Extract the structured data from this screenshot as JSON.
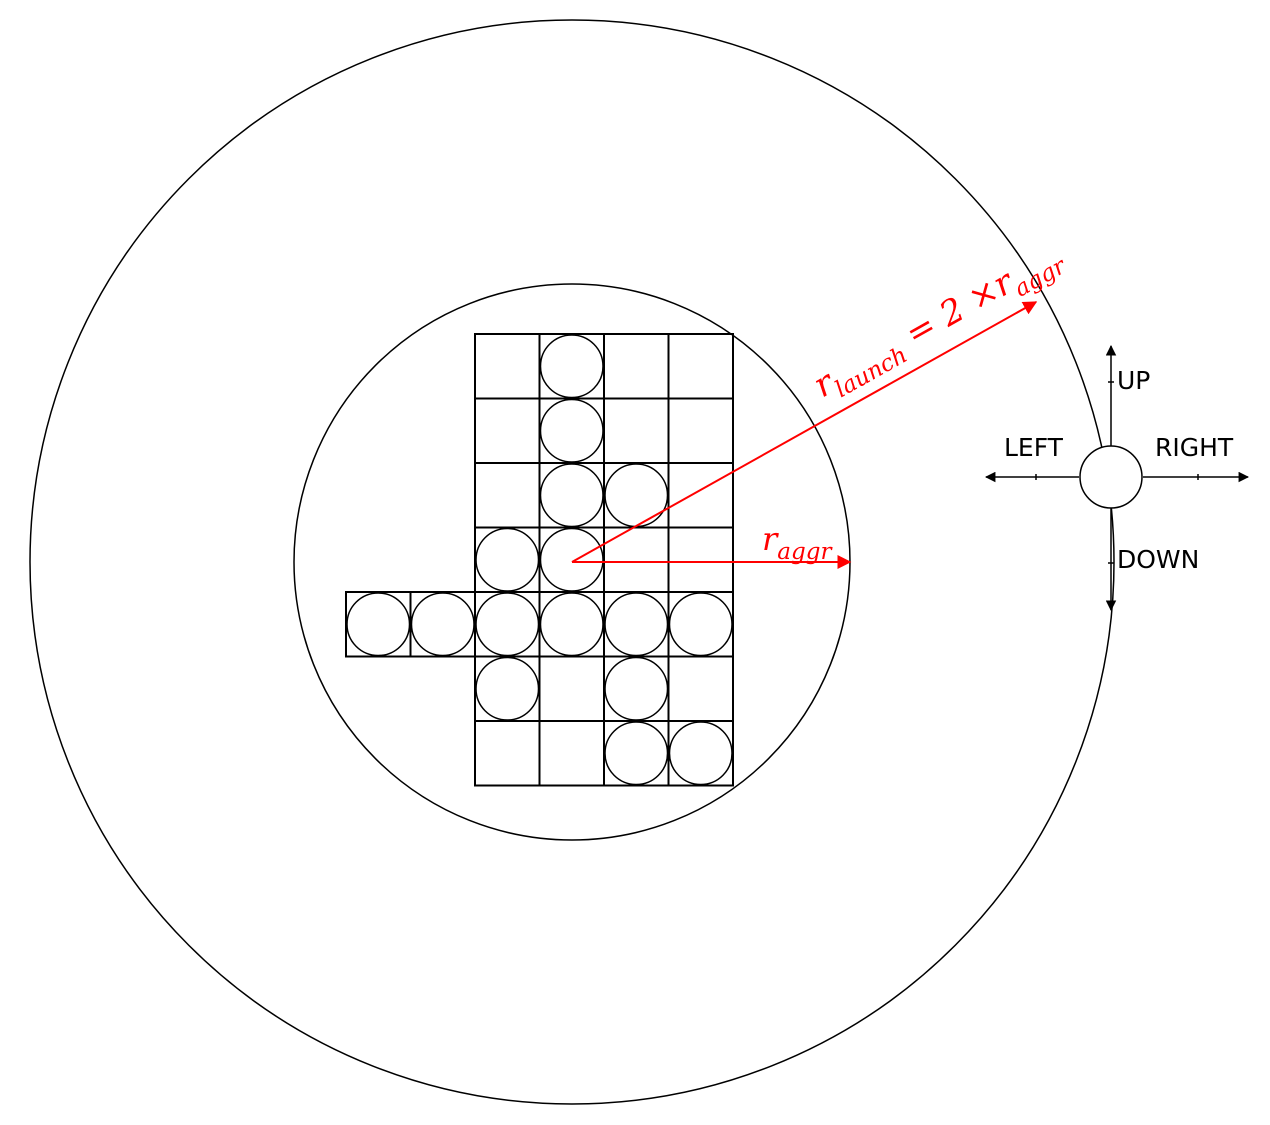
{
  "colors": {
    "stroke": "#000000",
    "accent": "#ff0000",
    "background": "#ffffff"
  },
  "lattice": {
    "grid_columns": 6,
    "grid_rows": 7,
    "cells": [
      {
        "col": 2,
        "row": 0,
        "occupied": false
      },
      {
        "col": 3,
        "row": 0,
        "occupied": true
      },
      {
        "col": 4,
        "row": 0,
        "occupied": false
      },
      {
        "col": 5,
        "row": 0,
        "occupied": false
      },
      {
        "col": 2,
        "row": 1,
        "occupied": false
      },
      {
        "col": 3,
        "row": 1,
        "occupied": true
      },
      {
        "col": 4,
        "row": 1,
        "occupied": false
      },
      {
        "col": 5,
        "row": 1,
        "occupied": false
      },
      {
        "col": 2,
        "row": 2,
        "occupied": false
      },
      {
        "col": 3,
        "row": 2,
        "occupied": true
      },
      {
        "col": 4,
        "row": 2,
        "occupied": true
      },
      {
        "col": 5,
        "row": 2,
        "occupied": false
      },
      {
        "col": 2,
        "row": 3,
        "occupied": true
      },
      {
        "col": 3,
        "row": 3,
        "occupied": true
      },
      {
        "col": 4,
        "row": 3,
        "occupied": false
      },
      {
        "col": 5,
        "row": 3,
        "occupied": false
      },
      {
        "col": 0,
        "row": 4,
        "occupied": true
      },
      {
        "col": 1,
        "row": 4,
        "occupied": true
      },
      {
        "col": 2,
        "row": 4,
        "occupied": true
      },
      {
        "col": 3,
        "row": 4,
        "occupied": true
      },
      {
        "col": 4,
        "row": 4,
        "occupied": true
      },
      {
        "col": 5,
        "row": 4,
        "occupied": true
      },
      {
        "col": 2,
        "row": 5,
        "occupied": true
      },
      {
        "col": 3,
        "row": 5,
        "occupied": false
      },
      {
        "col": 4,
        "row": 5,
        "occupied": true
      },
      {
        "col": 5,
        "row": 5,
        "occupied": false
      },
      {
        "col": 2,
        "row": 6,
        "occupied": false
      },
      {
        "col": 3,
        "row": 6,
        "occupied": false
      },
      {
        "col": 4,
        "row": 6,
        "occupied": true
      },
      {
        "col": 5,
        "row": 6,
        "occupied": true
      }
    ]
  },
  "labels": {
    "r_aggr": {
      "main": "r",
      "sub": "aggr"
    },
    "r_launch": {
      "main": "r",
      "sub": "launch",
      "rest": " = 2 ×r",
      "sub2": "aggr"
    }
  },
  "walker": {
    "up": "UP",
    "down": "DOWN",
    "left": "LEFT",
    "right": "RIGHT"
  }
}
